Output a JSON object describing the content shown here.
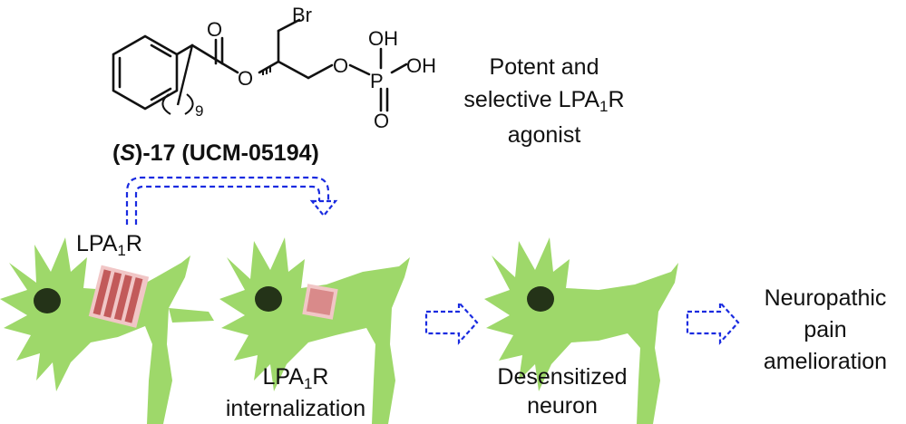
{
  "molecule": {
    "atoms": {
      "br": "Br",
      "o_carbonyl": "O",
      "o_ester": "O",
      "o_phosphate_link": "O",
      "p": "P",
      "oh_top": "OH",
      "oh_right": "OH",
      "o_phosphoryl": "O"
    },
    "chain_repeat": "9",
    "compound_label": {
      "paren_open": "(",
      "stereo": "S",
      "rest": ")-17 (UCM-05194)"
    }
  },
  "description": {
    "line1": "Potent and",
    "line2_prefix": "selective LPA",
    "line2_sub": "1",
    "line2_suffix": "R",
    "line3": "agonist"
  },
  "receptor_label": {
    "prefix": "LPA",
    "sub": "1",
    "suffix": "R"
  },
  "internalization_label": {
    "line1_prefix": "LPA",
    "line1_sub": "1",
    "line1_suffix": "R",
    "line2": "internalization"
  },
  "desensitized_label": {
    "line1": "Desensitized",
    "line2": "neuron"
  },
  "outcome_label": {
    "line1": "Neuropathic",
    "line2": "pain",
    "line3": "amelioration"
  },
  "colors": {
    "neuron": "#9ED86A",
    "nucleus": "#243318",
    "receptor": "#D98A8A",
    "receptor_stripe": "#C25A5A",
    "arrow": "#1A2BE0"
  }
}
